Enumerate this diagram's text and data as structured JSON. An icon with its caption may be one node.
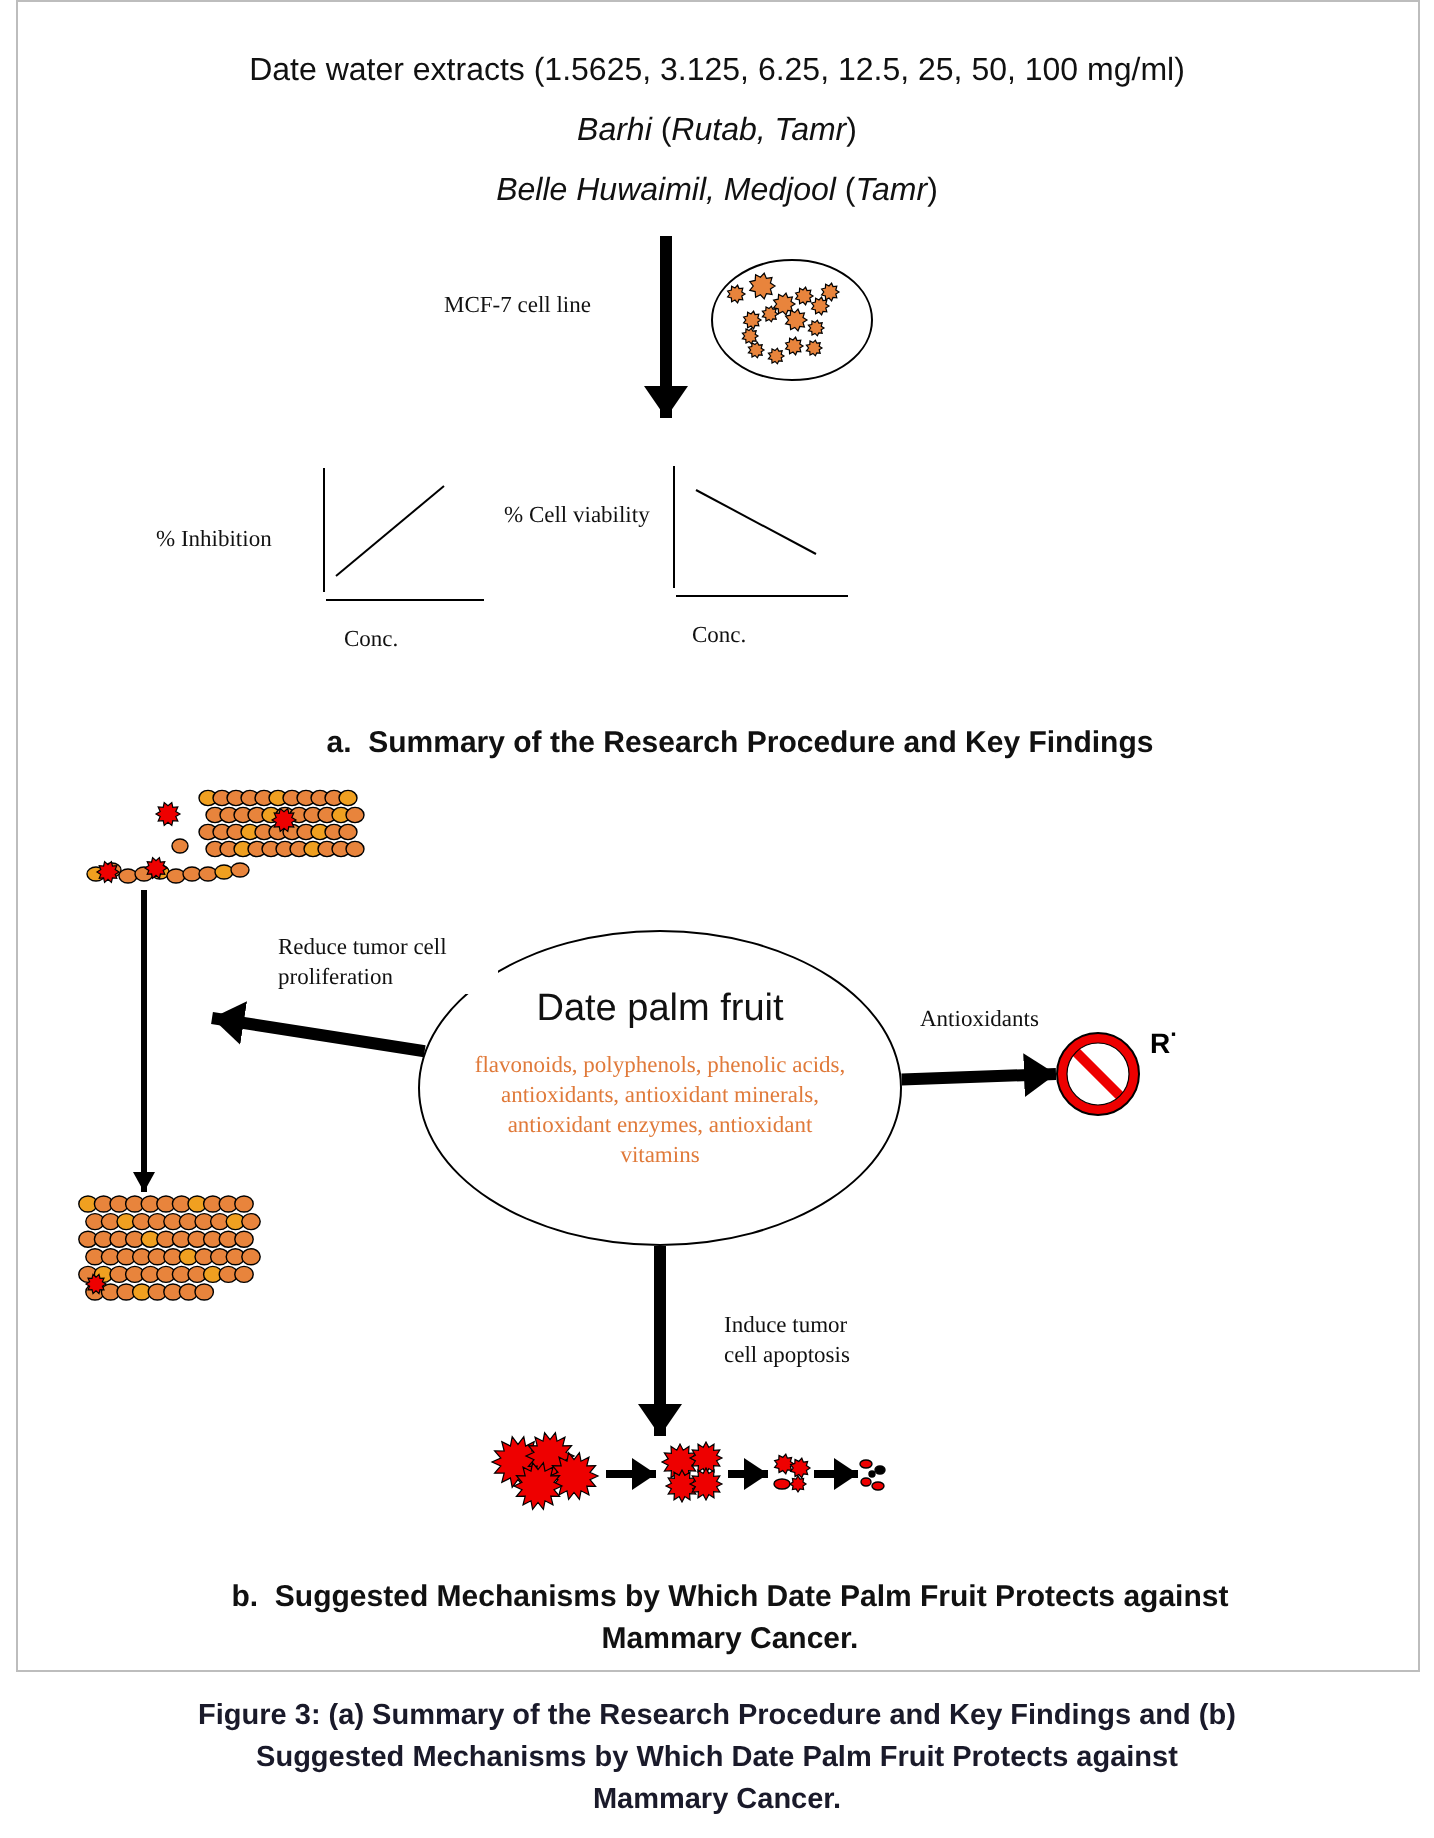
{
  "diagram": {
    "caption": "Figure 3: (a) Summary of the Research Procedure and Key Findings and (b) Suggested Mechanisms by Which Date Palm Fruit Protects against Mammary Cancer.",
    "nodes": [
      {
        "text": [
          "Date water extracts (1.5625, 3.125, 6.25, 12.5, 25, 50, 100 mg/ml)",
          "*Barhi* (*Rutab, Tamr*)",
          "*Belle Huwaimil, Medjool* (*Tamr*)"
        ]
      },
      {
        "text": [],
        "shape": "picture"
      },
      {
        "text": [],
        "shape": "picture"
      },
      {
        "text": [
          "Date palm fruit",
          "flavonoids, polyphenols, phenolic acids, antioxidants, antioxidant minerals, antioxidant enzymes, antioxidant vitamins"
        ]
      },
      {
        "text": [],
        "shape": "picture",
        "beside": [
          "R$^{·}$"
        ]
      },
      {
        "text": [],
        "shape": "picture"
      },
      {
        "text": [],
        "shape": "picture"
      },
      {
        "text": [],
        "shape": "picture"
      },
      {
        "text": [],
        "shape": "picture"
      }
    ],
    "edges": [
      {
        "from": 0,
        "to": null,
        "arrow": "to",
        "label": "MCF-7 cell line"
      },
      {
        "from": 1,
        "to": 2,
        "arrow": "to"
      },
      {
        "from": 3,
        "to": null,
        "arrow": "to",
        "label": "Reduce tumor cell proliferation"
      },
      {
        "from": 3,
        "to": 4,
        "arrow": "to",
        "label": "Antioxidants"
      },
      {
        "from": 3,
        "to": 6,
        "arrow": "to",
        "label": "Induce tumor cell apoptosis"
      },
      {
        "from": 5,
        "to": 6,
        "arrow": "to"
      },
      {
        "from": 6,
        "to": 7,
        "arrow": "to"
      },
      {
        "from": 7,
        "to": 8,
        "arrow": "to"
      }
    ],
    "labels": [
      "% Cell viability",
      "% Inhibition",
      "Conc.",
      "Conc.",
      "a.  Summary of the Research Procedure and Key Findings",
      "b.  Suggested Mechanisms by Which Date Palm Fruit Protects against Mammary Cancer."
    ]
  }
}
